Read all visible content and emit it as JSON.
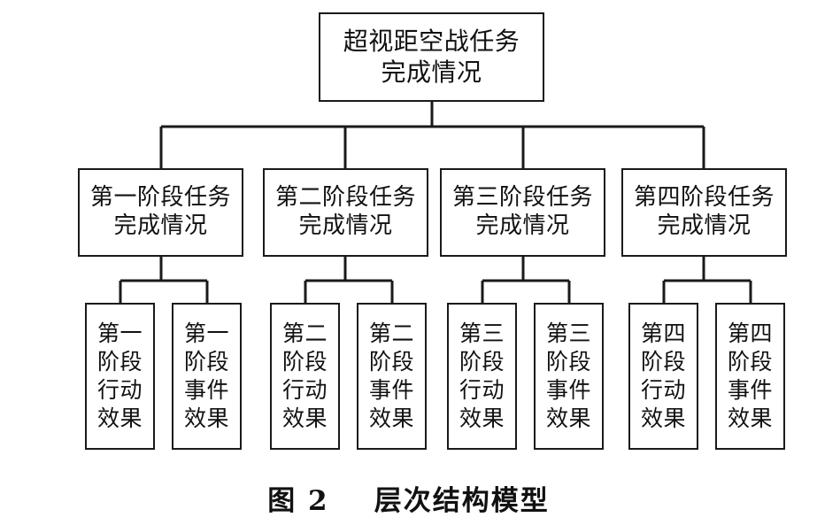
{
  "figure": {
    "caption": "图 2    层次结构模型",
    "background_color": "#ffffff",
    "stroke_color": "#1a1a1a"
  },
  "diagram": {
    "type": "hierarchy-tree",
    "root": {
      "label": "超视距空战任务\n完成情况"
    },
    "level2": [
      {
        "label": "第一阶段任务\n完成情况"
      },
      {
        "label": "第二阶段任务\n完成情况"
      },
      {
        "label": "第三阶段任务\n完成情况"
      },
      {
        "label": "第四阶段任务\n完成情况"
      }
    ],
    "leaves": [
      {
        "label": "第一\n阶段\n行动\n效果"
      },
      {
        "label": "第一\n阶段\n事件\n效果"
      },
      {
        "label": "第二\n阶段\n行动\n效果"
      },
      {
        "label": "第二\n阶段\n事件\n效果"
      },
      {
        "label": "第三\n阶段\n行动\n效果"
      },
      {
        "label": "第三\n阶段\n事件\n效果"
      },
      {
        "label": "第四\n阶段\n行动\n效果"
      },
      {
        "label": "第四\n阶段\n事件\n效果"
      }
    ]
  }
}
